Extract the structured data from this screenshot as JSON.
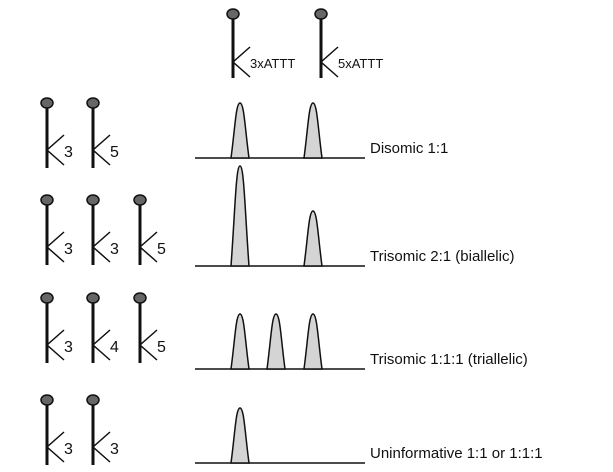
{
  "colors": {
    "ink": "#111111",
    "centromere": "#666666",
    "peak_fill": "#d4d4d4",
    "background": "#ffffff"
  },
  "legend": {
    "alleles": [
      {
        "label": "3xATTT"
      },
      {
        "label": "5xATTT"
      }
    ]
  },
  "rows": [
    {
      "label": "Disomic 1:1",
      "chromosomes": [
        "3",
        "5"
      ],
      "peaks": [
        {
          "rel_height": 0.55
        },
        {
          "rel_height": 0.55
        }
      ]
    },
    {
      "label": "Trisomic 2:1 (biallelic)",
      "chromosomes": [
        "3",
        "3",
        "5"
      ],
      "peaks": [
        {
          "rel_height": 1.0
        },
        {
          "rel_height": 0.55
        }
      ]
    },
    {
      "label": "Trisomic 1:1:1 (triallelic)",
      "chromosomes": [
        "3",
        "4",
        "5"
      ],
      "peaks": [
        {
          "rel_height": 0.55
        },
        {
          "rel_height": 0.55
        },
        {
          "rel_height": 0.55
        }
      ]
    },
    {
      "label": "Uninformative 1:1 or 1:1:1",
      "chromosomes": [
        "3",
        "3"
      ],
      "peaks": [
        {
          "rel_height": 0.55
        }
      ]
    }
  ]
}
